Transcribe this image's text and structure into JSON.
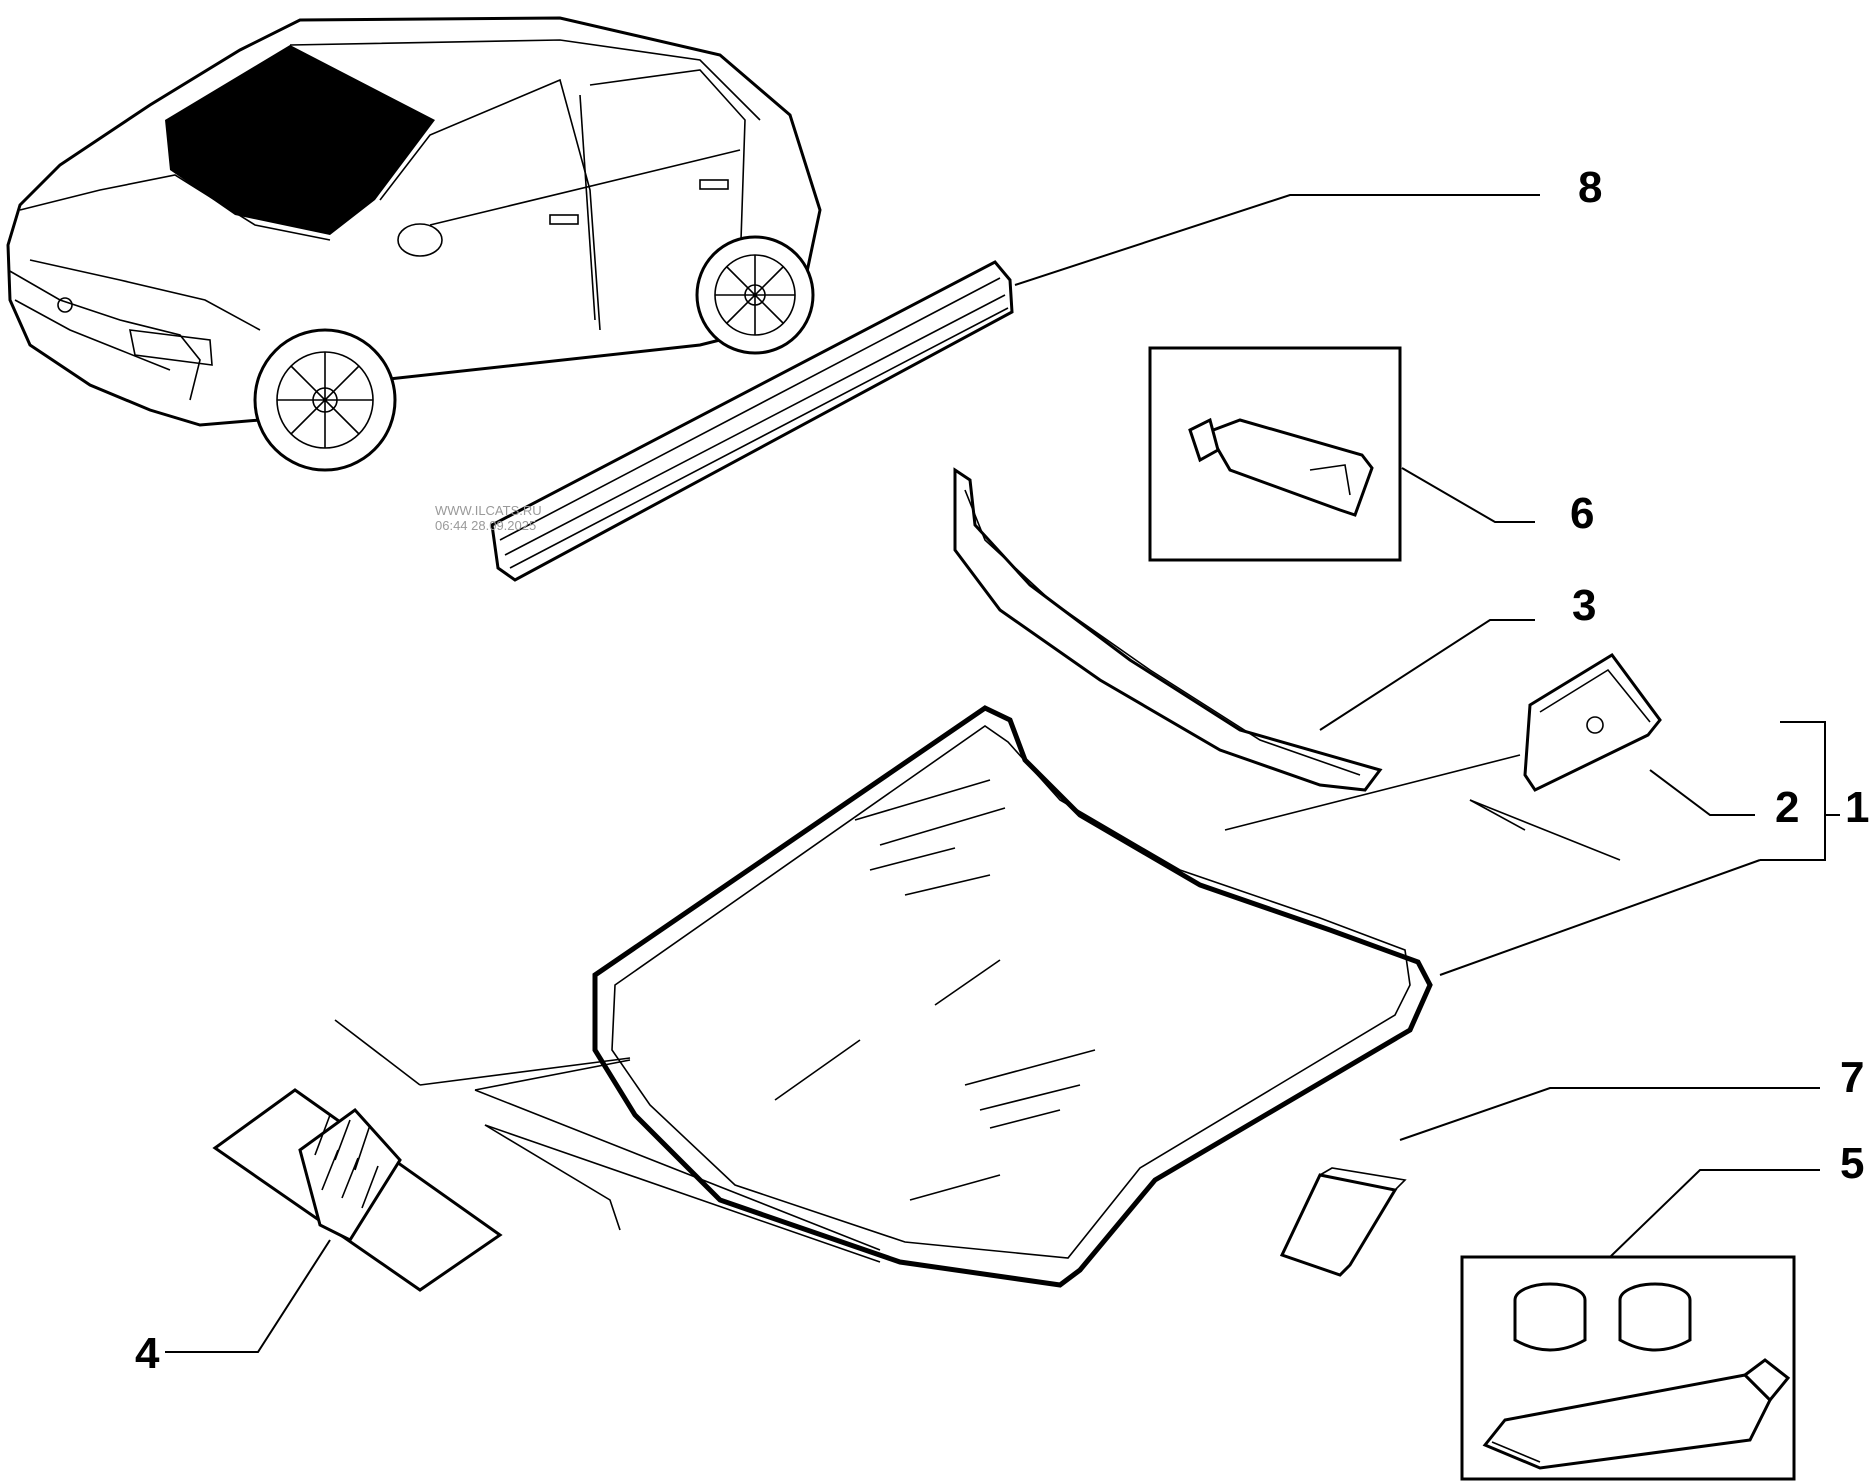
{
  "callouts": [
    {
      "id": "1",
      "label": "1"
    },
    {
      "id": "2",
      "label": "2"
    },
    {
      "id": "3",
      "label": "3"
    },
    {
      "id": "4",
      "label": "4"
    },
    {
      "id": "5",
      "label": "5"
    },
    {
      "id": "6",
      "label": "6"
    },
    {
      "id": "7",
      "label": "7"
    },
    {
      "id": "8",
      "label": "8"
    }
  ],
  "watermark": {
    "line1": "WWW.ILCATS.RU",
    "line2": "06:44 28.09.2025"
  }
}
